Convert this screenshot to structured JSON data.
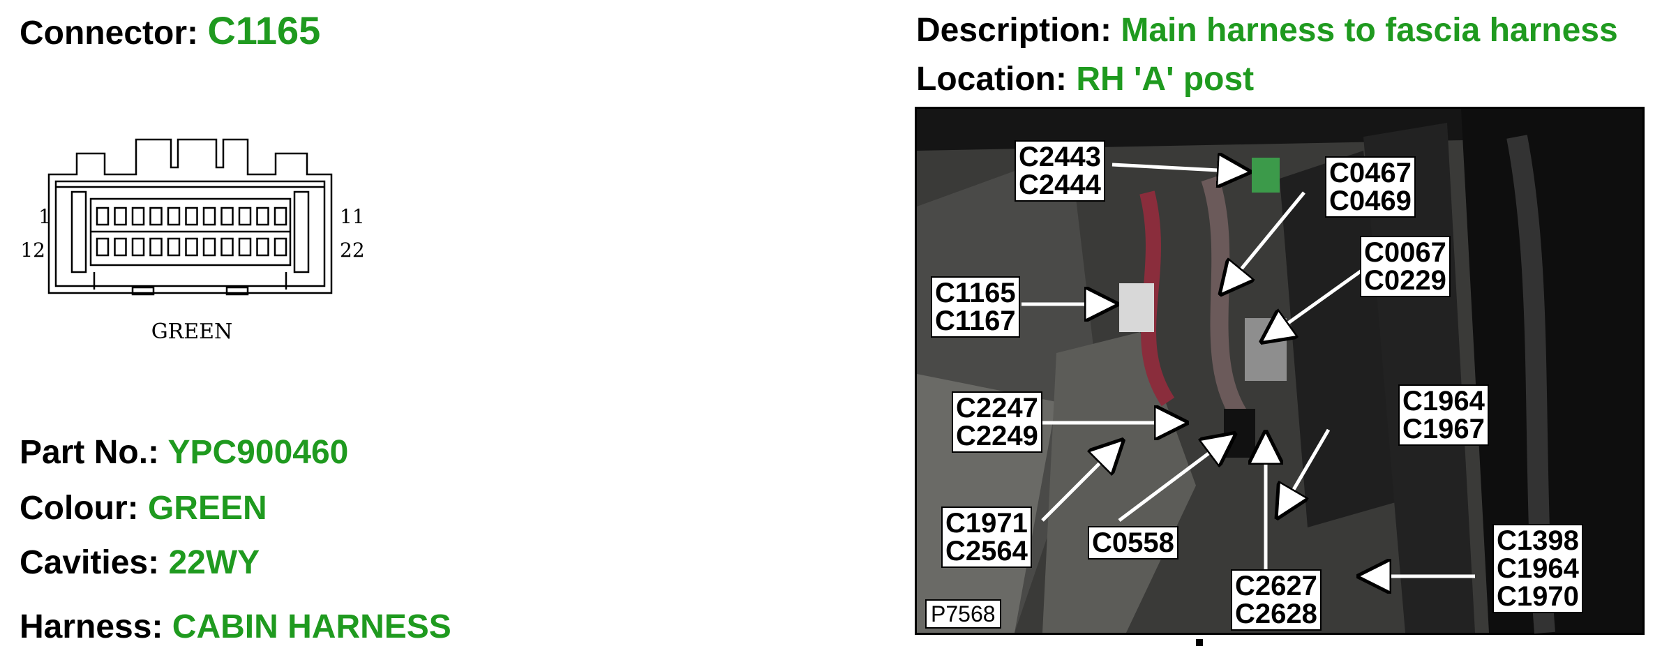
{
  "connector": {
    "label": "Connector:",
    "value": "C1165"
  },
  "part_no": {
    "label": "Part No.:",
    "value": "YPC900460"
  },
  "colour": {
    "label": "Colour:",
    "value": "GREEN"
  },
  "cavities": {
    "label": "Cavities:",
    "value": "22WY"
  },
  "harness": {
    "label": "Harness:",
    "value": "CABIN HARNESS"
  },
  "description": {
    "label": "Description:",
    "value": "Main harness to fascia harness"
  },
  "location": {
    "label": "Location:",
    "value": "RH 'A' post"
  },
  "diagram": {
    "pin_top_left": "1",
    "pin_bottom_left": "12",
    "pin_top_right": "11",
    "pin_bottom_right": "22",
    "colour_caption": "GREEN"
  },
  "photo": {
    "id": "P7568",
    "callouts": [
      {
        "lines": [
          "C2443",
          "C2444"
        ]
      },
      {
        "lines": [
          "C0467",
          "C0469"
        ]
      },
      {
        "lines": [
          "C0067",
          "C0229"
        ]
      },
      {
        "lines": [
          "C1165",
          "C1167"
        ]
      },
      {
        "lines": [
          "C2247",
          "C2249"
        ]
      },
      {
        "lines": [
          "C1964",
          "C1967"
        ]
      },
      {
        "lines": [
          "C1971",
          "C2564"
        ]
      },
      {
        "lines": [
          "C0558"
        ]
      },
      {
        "lines": [
          "C2627",
          "C2628"
        ]
      },
      {
        "lines": [
          "C1398",
          "C1964",
          "C1970"
        ]
      }
    ]
  },
  "colors": {
    "value_green": "#1f9a1f"
  }
}
